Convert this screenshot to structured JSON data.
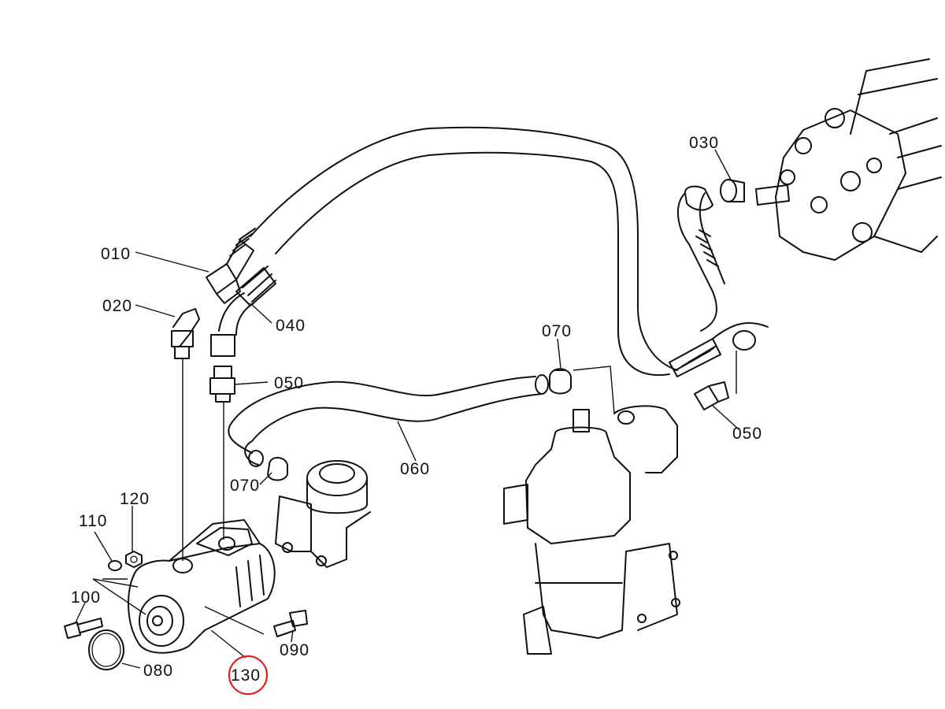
{
  "diagram": {
    "labels": {
      "p010": "010",
      "p020": "020",
      "p030": "030",
      "p040": "040",
      "p050a": "050",
      "p050b": "050",
      "p060": "060",
      "p070a": "070",
      "p070b": "070",
      "p080": "080",
      "p090": "090",
      "p100": "100",
      "p110": "110",
      "p120": "120",
      "p130": "130"
    },
    "highlighted_part": "130",
    "highlight_color": "#e02020"
  }
}
